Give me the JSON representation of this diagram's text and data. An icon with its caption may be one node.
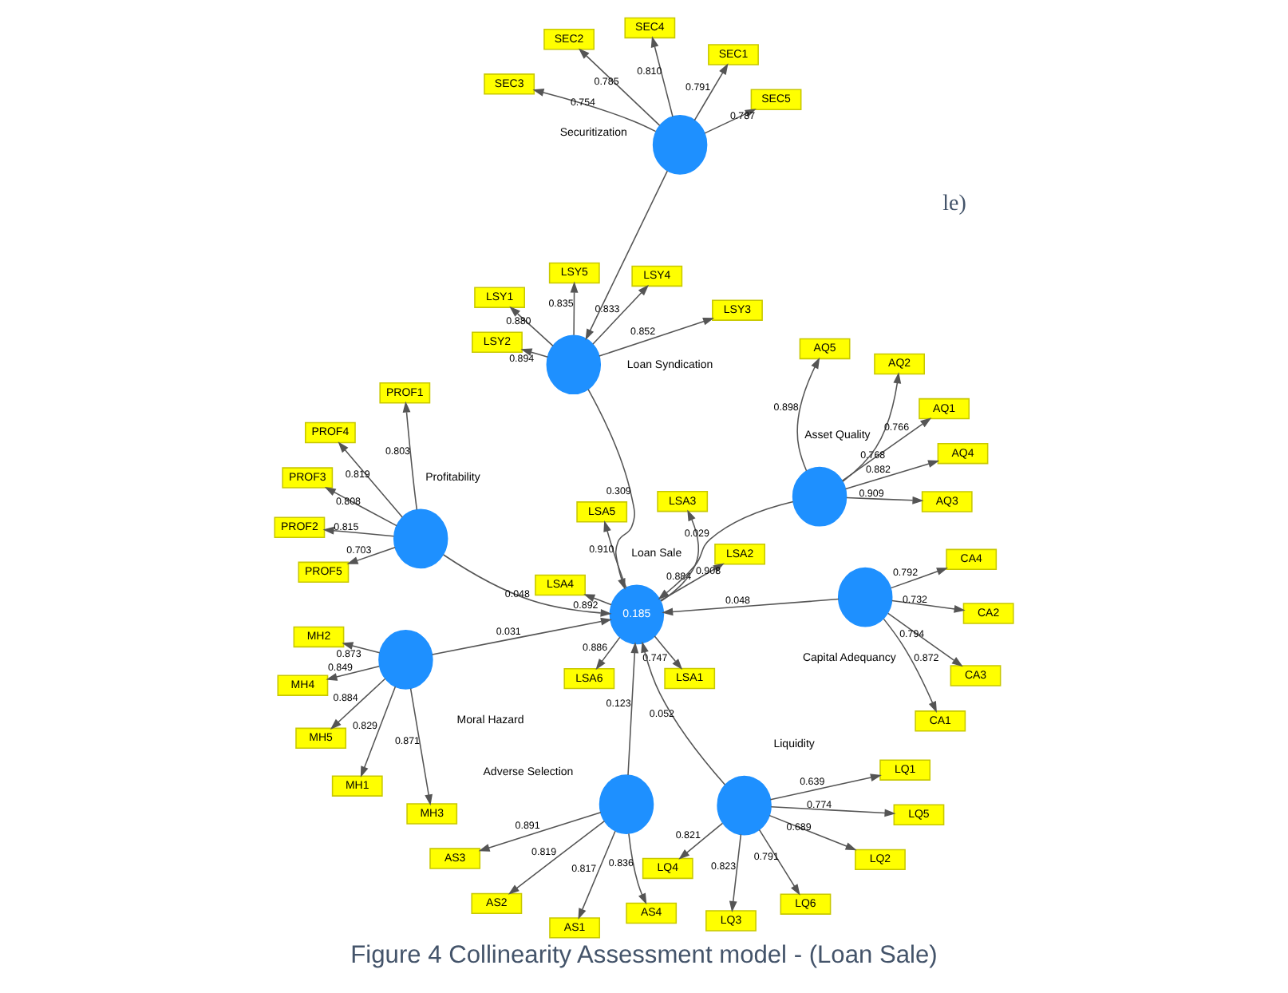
{
  "diagram": {
    "caption": "Figure 4 Collinearity Assessment model - (Loan Sale)",
    "nodes": [
      {
        "text": [],
        "shape": "circle",
        "beside": [
          "Moral Hazard"
        ]
      },
      {
        "text": [
          "MH1"
        ]
      },
      {
        "text": [
          "MH2"
        ]
      },
      {
        "text": [
          "MH3"
        ]
      },
      {
        "text": [
          "MH4"
        ]
      },
      {
        "text": [
          "MH5"
        ]
      },
      {
        "text": [],
        "shape": "circle",
        "beside": [
          "Adverse Selection"
        ]
      },
      {
        "text": [
          "AS1"
        ]
      },
      {
        "text": [
          "AS2"
        ]
      },
      {
        "text": [
          "AS3"
        ]
      },
      {
        "text": [
          "AS4"
        ]
      },
      {
        "text": [
          "0.185"
        ],
        "beside": [
          "Loan Sale"
        ]
      },
      {
        "text": [
          "LSA1"
        ]
      },
      {
        "text": [
          "LSA2"
        ]
      },
      {
        "text": [
          "LSA3"
        ]
      },
      {
        "text": [
          "LSA4"
        ]
      },
      {
        "text": [
          "LSA5"
        ]
      },
      {
        "text": [
          "LSA6"
        ]
      },
      {
        "text": [],
        "shape": "circle",
        "beside": [
          "Asset Quality"
        ]
      },
      {
        "text": [
          "AQ1"
        ]
      },
      {
        "text": [
          "AQ2"
        ]
      },
      {
        "text": [
          "AQ3"
        ]
      },
      {
        "text": [
          "AQ4"
        ]
      },
      {
        "text": [
          "AQ5"
        ]
      },
      {
        "text": [],
        "shape": "circle",
        "beside": [
          "Liquidity"
        ]
      },
      {
        "text": [
          "LQ1"
        ]
      },
      {
        "text": [
          "LQ2"
        ]
      },
      {
        "text": [
          "LQ3"
        ]
      },
      {
        "text": [
          "LQ4"
        ]
      },
      {
        "text": [
          "LQ5"
        ]
      },
      {
        "text": [
          "LQ6"
        ]
      },
      {
        "text": [],
        "shape": "circle",
        "beside": [
          "Loan Syndication"
        ]
      },
      {
        "text": [
          "LSY1"
        ]
      },
      {
        "text": [
          "LSY2"
        ]
      },
      {
        "text": [
          "LSY3"
        ]
      },
      {
        "text": [
          "LSY4"
        ]
      },
      {
        "text": [
          "LSY5"
        ]
      },
      {
        "text": [],
        "shape": "circle",
        "beside": [
          "Capital Adequancy"
        ]
      },
      {
        "text": [
          "CA1"
        ]
      },
      {
        "text": [
          "CA2"
        ]
      },
      {
        "text": [
          "CA3"
        ]
      },
      {
        "text": [
          "CA4"
        ]
      },
      {
        "text": [],
        "shape": "circle",
        "beside": [
          "Securitization"
        ]
      },
      {
        "text": [
          "SEC1"
        ]
      },
      {
        "text": [
          "SEC2"
        ]
      },
      {
        "text": [
          "SEC3"
        ]
      },
      {
        "text": [
          "SEC4"
        ]
      },
      {
        "text": [
          "SEC5"
        ]
      },
      {
        "text": [],
        "shape": "circle",
        "beside": [
          "Profitability"
        ]
      },
      {
        "text": [
          "PROF1"
        ]
      },
      {
        "text": [
          "PROF2"
        ]
      },
      {
        "text": [
          "PROF3"
        ]
      },
      {
        "text": [
          "PROF4"
        ]
      },
      {
        "text": [
          "PROF5"
        ]
      }
    ],
    "edges": [
      {
        "from": 0,
        "to": 1,
        "arrow": "to",
        "label": "0.829"
      },
      {
        "from": 0,
        "to": 2,
        "arrow": "to",
        "label": "0.873"
      },
      {
        "from": 0,
        "to": 3,
        "arrow": "to",
        "label": "0.871"
      },
      {
        "from": 0,
        "to": 4,
        "arrow": "to",
        "label": "0.849"
      },
      {
        "from": 0,
        "to": 5,
        "arrow": "to",
        "label": "0.884"
      },
      {
        "from": 6,
        "to": 7,
        "arrow": "to",
        "label": "0.817"
      },
      {
        "from": 6,
        "to": 8,
        "arrow": "to",
        "label": "0.819"
      },
      {
        "from": 6,
        "to": 9,
        "arrow": "to",
        "label": "0.891"
      },
      {
        "from": 6,
        "to": 10,
        "arrow": "to",
        "label": "0.836"
      },
      {
        "from": 11,
        "to": 12,
        "arrow": "to",
        "label": "0.747"
      },
      {
        "from": 11,
        "to": 13,
        "arrow": "to",
        "label": "0.884"
      },
      {
        "from": 11,
        "to": 14,
        "arrow": "to",
        "label": "0.908"
      },
      {
        "from": 11,
        "to": 15,
        "arrow": "to",
        "label": "0.892"
      },
      {
        "from": 11,
        "to": 16,
        "arrow": "to",
        "label": "0.910"
      },
      {
        "from": 11,
        "to": 17,
        "arrow": "to",
        "label": "0.886"
      },
      {
        "from": 18,
        "to": 19,
        "arrow": "to",
        "label": "0.768"
      },
      {
        "from": 18,
        "to": 20,
        "arrow": "to",
        "label": "0.766"
      },
      {
        "from": 18,
        "to": 21,
        "arrow": "to",
        "label": "0.909"
      },
      {
        "from": 18,
        "to": 22,
        "arrow": "to",
        "label": "0.882"
      },
      {
        "from": 18,
        "to": 23,
        "arrow": "to",
        "label": "0.898"
      },
      {
        "from": 24,
        "to": 25,
        "arrow": "to",
        "label": "0.639"
      },
      {
        "from": 24,
        "to": 26,
        "arrow": "to",
        "label": "0.689"
      },
      {
        "from": 24,
        "to": 27,
        "arrow": "to",
        "label": "0.823"
      },
      {
        "from": 24,
        "to": 28,
        "arrow": "to",
        "label": "0.821"
      },
      {
        "from": 24,
        "to": 29,
        "arrow": "to",
        "label": "0.774"
      },
      {
        "from": 24,
        "to": 30,
        "arrow": "to",
        "label": "0.791"
      },
      {
        "from": 31,
        "to": 32,
        "arrow": "to",
        "label": "0.880"
      },
      {
        "from": 31,
        "to": 33,
        "arrow": "to",
        "label": "0.894"
      },
      {
        "from": 31,
        "to": 34,
        "arrow": "to",
        "label": "0.852"
      },
      {
        "from": 31,
        "to": 35,
        "arrow": "to",
        "label": "0.833"
      },
      {
        "from": 31,
        "to": 36,
        "arrow": "to",
        "label": "0.835"
      },
      {
        "from": 37,
        "to": 38,
        "arrow": "to",
        "label": "0.872"
      },
      {
        "from": 37,
        "to": 39,
        "arrow": "to",
        "label": "0.732"
      },
      {
        "from": 37,
        "to": 40,
        "arrow": "to",
        "label": "0.794"
      },
      {
        "from": 37,
        "to": 41,
        "arrow": "to",
        "label": "0.792"
      },
      {
        "from": 42,
        "to": 43,
        "arrow": "to",
        "label": "0.791"
      },
      {
        "from": 42,
        "to": 44,
        "arrow": "to",
        "label": "0.785"
      },
      {
        "from": 42,
        "to": 45,
        "arrow": "to",
        "label": "0.754"
      },
      {
        "from": 42,
        "to": 46,
        "arrow": "to",
        "label": "0.810"
      },
      {
        "from": 42,
        "to": 47,
        "arrow": "to",
        "label": "0.787"
      },
      {
        "from": 48,
        "to": 49,
        "arrow": "to",
        "label": "0.803"
      },
      {
        "from": 48,
        "to": 50,
        "arrow": "to",
        "label": "0.815"
      },
      {
        "from": 48,
        "to": 51,
        "arrow": "to",
        "label": "0.808"
      },
      {
        "from": 48,
        "to": 52,
        "arrow": "to",
        "label": "0.819"
      },
      {
        "from": 48,
        "to": 53,
        "arrow": "to",
        "label": "0.703"
      },
      {
        "from": 0,
        "to": 11,
        "arrow": "to",
        "label": "0.031"
      },
      {
        "from": 6,
        "to": 11,
        "arrow": "to",
        "label": "0.123"
      },
      {
        "from": 18,
        "to": 11,
        "arrow": "to",
        "label": "0.029"
      },
      {
        "from": 24,
        "to": 11,
        "arrow": "to",
        "label": "0.052"
      },
      {
        "from": 37,
        "to": 11,
        "arrow": "to",
        "label": "0.048"
      },
      {
        "from": 48,
        "to": 11,
        "arrow": "to",
        "label": "0.048"
      },
      {
        "from": 31,
        "to": 11,
        "arrow": "to",
        "label": "0.309"
      },
      {
        "from": 42,
        "to": 31,
        "arrow": "to"
      }
    ],
    "labels": [
      "le)"
    ]
  }
}
